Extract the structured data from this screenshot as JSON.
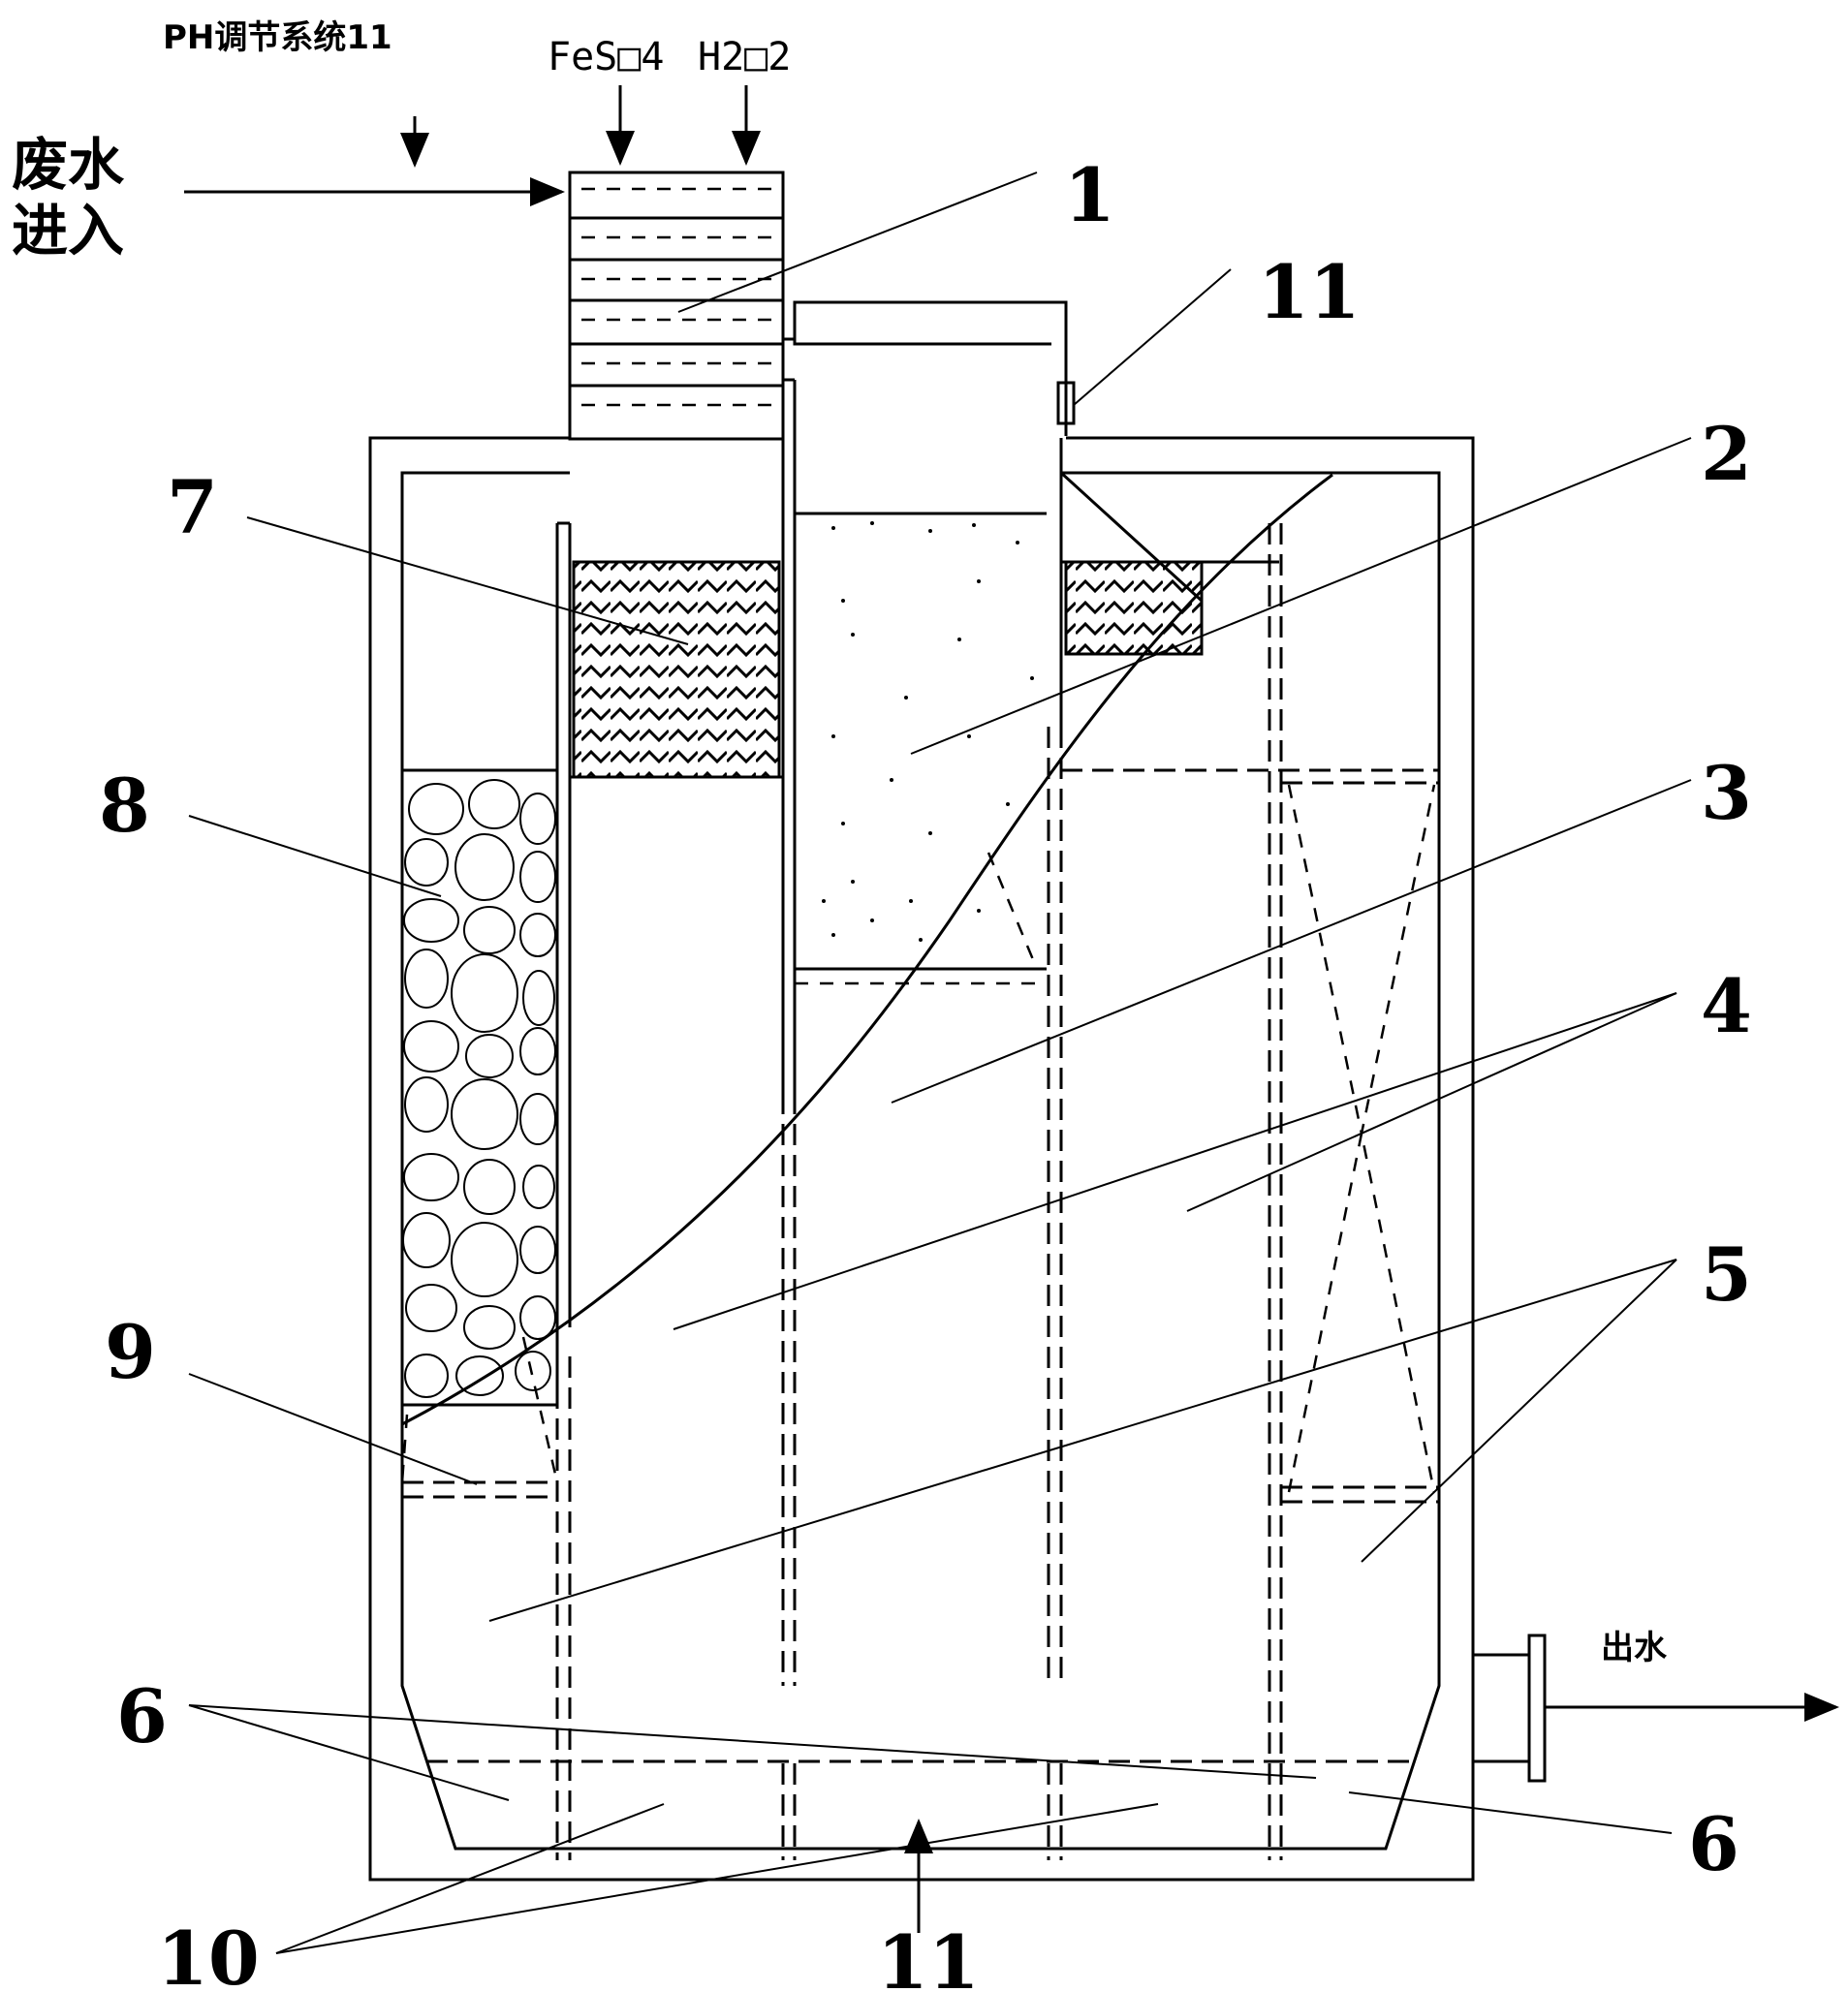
{
  "labels": {
    "ph_system": "PH调节系统11",
    "feso4": "FeS□4",
    "h2o2": "H2□2",
    "wastewater_line1": "废水",
    "wastewater_line2": "进入",
    "outlet": "出水",
    "n1": "1",
    "n2": "2",
    "n3": "3",
    "n4": "4",
    "n5": "5",
    "n6a": "6",
    "n6b": "6",
    "n7": "7",
    "n8": "8",
    "n9": "9",
    "n10": "10",
    "n11_top": "11",
    "n11_bottom": "11"
  },
  "colors": {
    "stroke": "#000000",
    "background": "#ffffff"
  }
}
